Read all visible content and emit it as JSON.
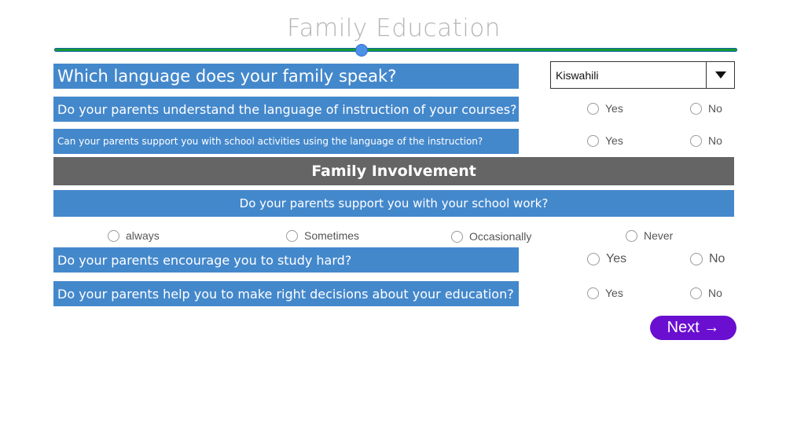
{
  "page": {
    "title": "Family Education"
  },
  "progress": {
    "fraction": 0.45
  },
  "q_language": {
    "label": "Which language does your family speak?",
    "selected": "Kiswahili"
  },
  "q_understand": {
    "label": "Do your parents understand the language of instruction of your courses?",
    "options": [
      "Yes",
      "No"
    ]
  },
  "q_support_activities": {
    "label": "Can your parents support you with school activities using the language of the instruction?",
    "options": [
      "Yes",
      "No"
    ]
  },
  "section": {
    "label": "Family Involvement"
  },
  "q_support_work": {
    "label": "Do your parents support you with your school work?",
    "options": [
      "always",
      "Sometimes",
      "Occasionally",
      "Never"
    ]
  },
  "q_encourage": {
    "label": "Do your parents encourage you to study hard?",
    "options": [
      "Yes",
      "No"
    ]
  },
  "q_decisions": {
    "label": "Do your parents help you to make right decisions about your education?",
    "options": [
      "Yes",
      "No"
    ]
  },
  "nav": {
    "next_label": "Next →"
  },
  "colors": {
    "question_bar": "#4488cc",
    "section_bar": "#656565",
    "next_button": "#6a0fd0",
    "progress": "#159a2e"
  }
}
